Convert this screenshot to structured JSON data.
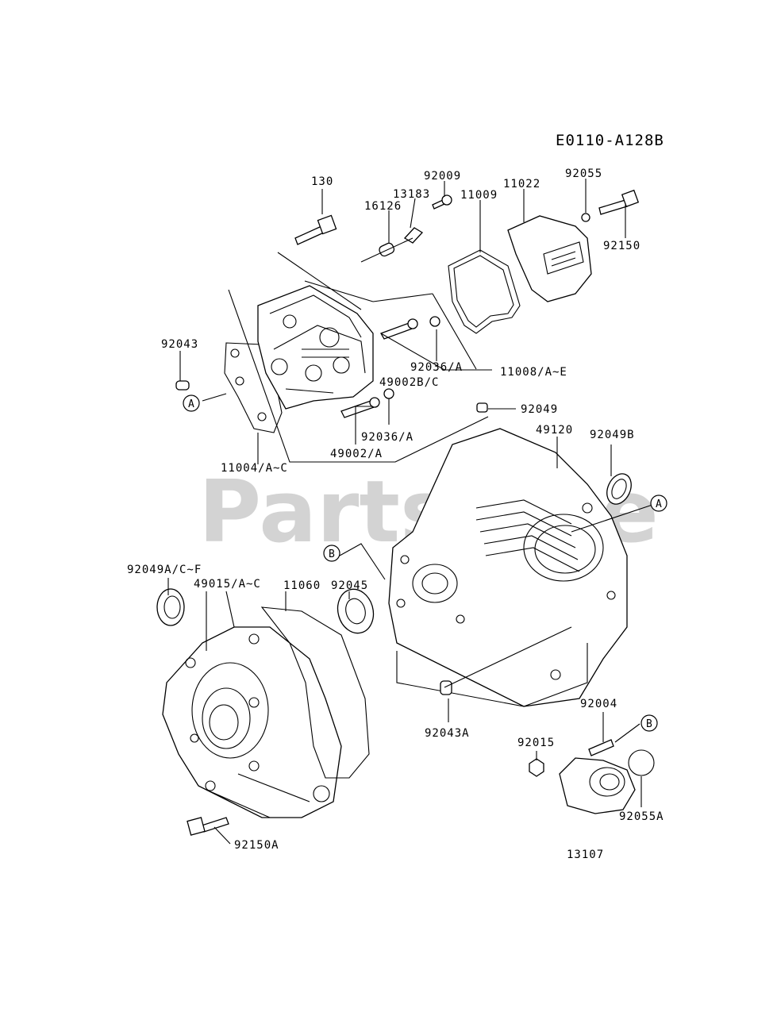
{
  "diagram_code": "E0110-A128B",
  "figure_number": "13107",
  "watermark": "PartsTree",
  "callout_letters": {
    "A": "A",
    "B": "B"
  },
  "part_labels": {
    "p130": "130",
    "p16126": "16126",
    "p13183": "13183",
    "p92009": "92009",
    "p11009": "11009",
    "p11022": "11022",
    "p92055": "92055",
    "p92150": "92150",
    "p92043": "92043",
    "p92036a_upper": "92036/A",
    "p11008": "11008/A~E",
    "p49002bc": "49002B/C",
    "p92049": "92049",
    "p92036a_lower": "92036/A",
    "p49002a": "49002/A",
    "p11004": "11004/A~C",
    "p49120": "49120",
    "p92049b": "92049B",
    "p92049acf": "92049A/C~F",
    "p49015": "49015/A~C",
    "p11060": "11060",
    "p92045": "92045",
    "p92043a": "92043A",
    "p92004": "92004",
    "p92015": "92015",
    "p92055a": "92055A",
    "p92150a": "92150A"
  }
}
